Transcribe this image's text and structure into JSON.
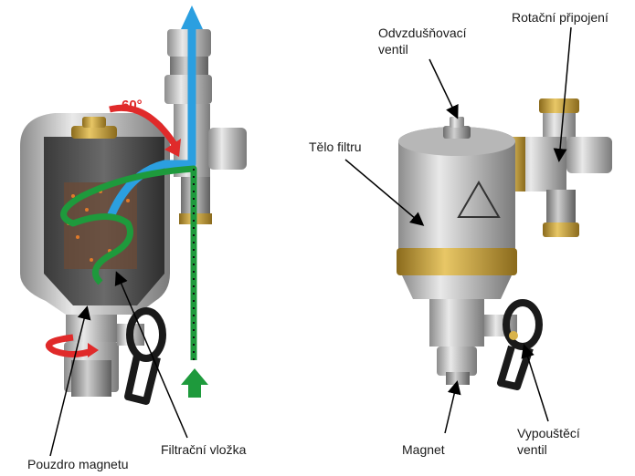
{
  "labels": {
    "air_valve": [
      "Odvzdušňovací",
      "ventil"
    ],
    "rotary_connection": "Rotační připojení",
    "filter_body": "Tělo filtru",
    "magnet_housing": "Pouzdro magnetu",
    "filter_insert": "Filtrační vložka",
    "magnet": "Magnet",
    "drain_valve": [
      "Vypouštěcí",
      "ventil"
    ],
    "rotation_angle": "60°"
  },
  "colors": {
    "flow_blue": "#2b9fe0",
    "flow_green": "#1e9a3c",
    "rotation_red": "#e02a2a",
    "brass": "#c9a23d",
    "metal": "#c8c8c8"
  }
}
